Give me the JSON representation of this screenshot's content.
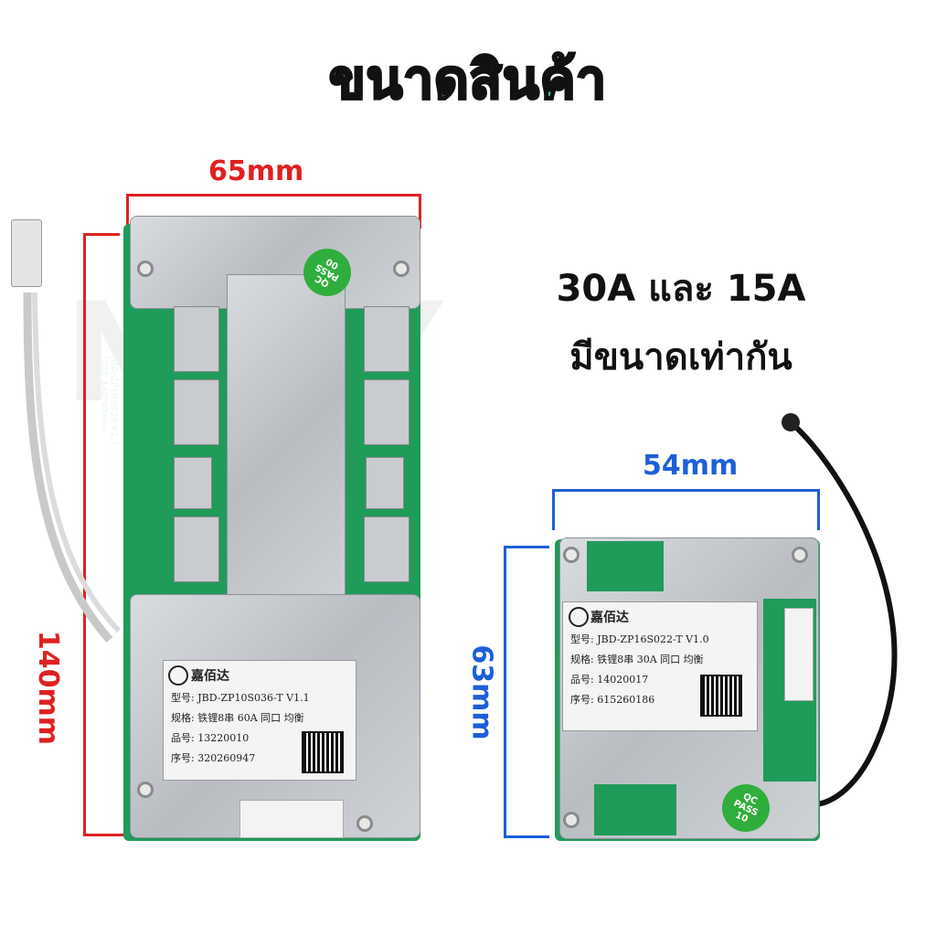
{
  "title": "ขนาดสินค้า",
  "info": {
    "line1": "30A และ 15A",
    "line2": "มีขนาดเท่ากัน"
  },
  "big_board": {
    "width_label": "65mm",
    "height_label": "140mm",
    "silkscreen": "JBD-ZP10S036 V1.1",
    "silkscreen_size": "SIZE:140*65mm",
    "label": {
      "brand": "嘉佰达",
      "model": "型号:  JBD-ZP10S036-T V1.1",
      "spec": "规格:  铁锂8串  60A  同口  均衡",
      "part": "品号:  13220010",
      "serial": "序号:  320260947"
    },
    "badge": [
      "QC",
      "PASS",
      "00"
    ]
  },
  "small_board": {
    "width_label": "54mm",
    "height_label": "63mm",
    "label": {
      "brand": "嘉佰达",
      "model": "型号:  JBD-ZP16S022-T V1.0",
      "spec": "规格:  铁锂8串  30A  同口  均衡",
      "part": "品号:  14020017",
      "serial": "序号:  615260186"
    },
    "badge": [
      "QC",
      "PASS",
      "10"
    ]
  },
  "colors": {
    "dim_red": "#e02020",
    "dim_blue": "#1d5fd8",
    "pcb_green": "#1f9b5a",
    "title_fill": "#3fb89a"
  }
}
